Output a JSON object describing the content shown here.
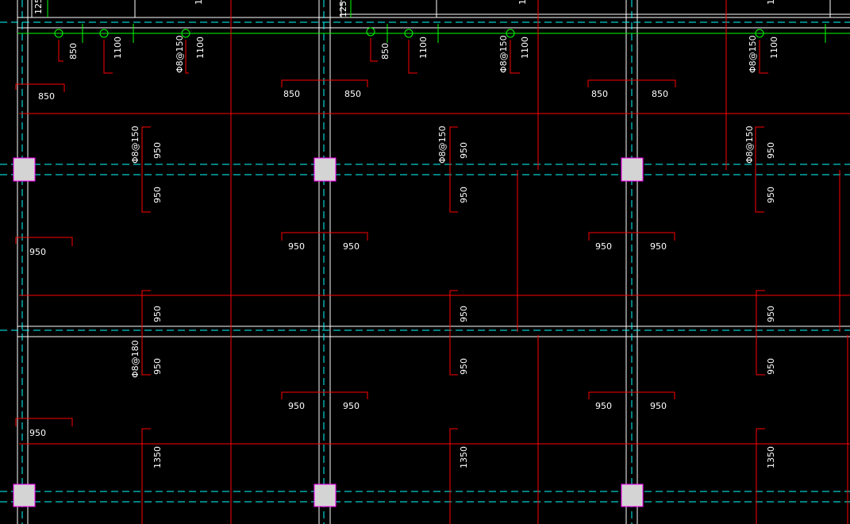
{
  "colors": {
    "background": "#000000",
    "rebar": "#ff0000",
    "axis_dash": "#00ffff",
    "wall": "#ffffff",
    "support_bar": "#00ff00",
    "column_fill": "#d4d4d4",
    "column_edge": "#ff00ff",
    "label": "#ffffff"
  },
  "top_labels": {
    "partial_125": "125",
    "partial_1": "1",
    "spacing_850": "850",
    "spacing_1100": "1100",
    "bar_spec_150": "Φ8@150"
  },
  "row1_labels": {
    "edge_850": "850",
    "mid_850": "850",
    "bar_spec_150": "Φ8@150",
    "dim_950": "950"
  },
  "row2_labels": {
    "edge_950": "950",
    "mid_950": "950",
    "bar_spec_180": "Φ8@180",
    "dim_950": "950"
  },
  "row3_labels": {
    "edge_950": "950",
    "mid_950": "950",
    "dim_1350": "1350"
  }
}
